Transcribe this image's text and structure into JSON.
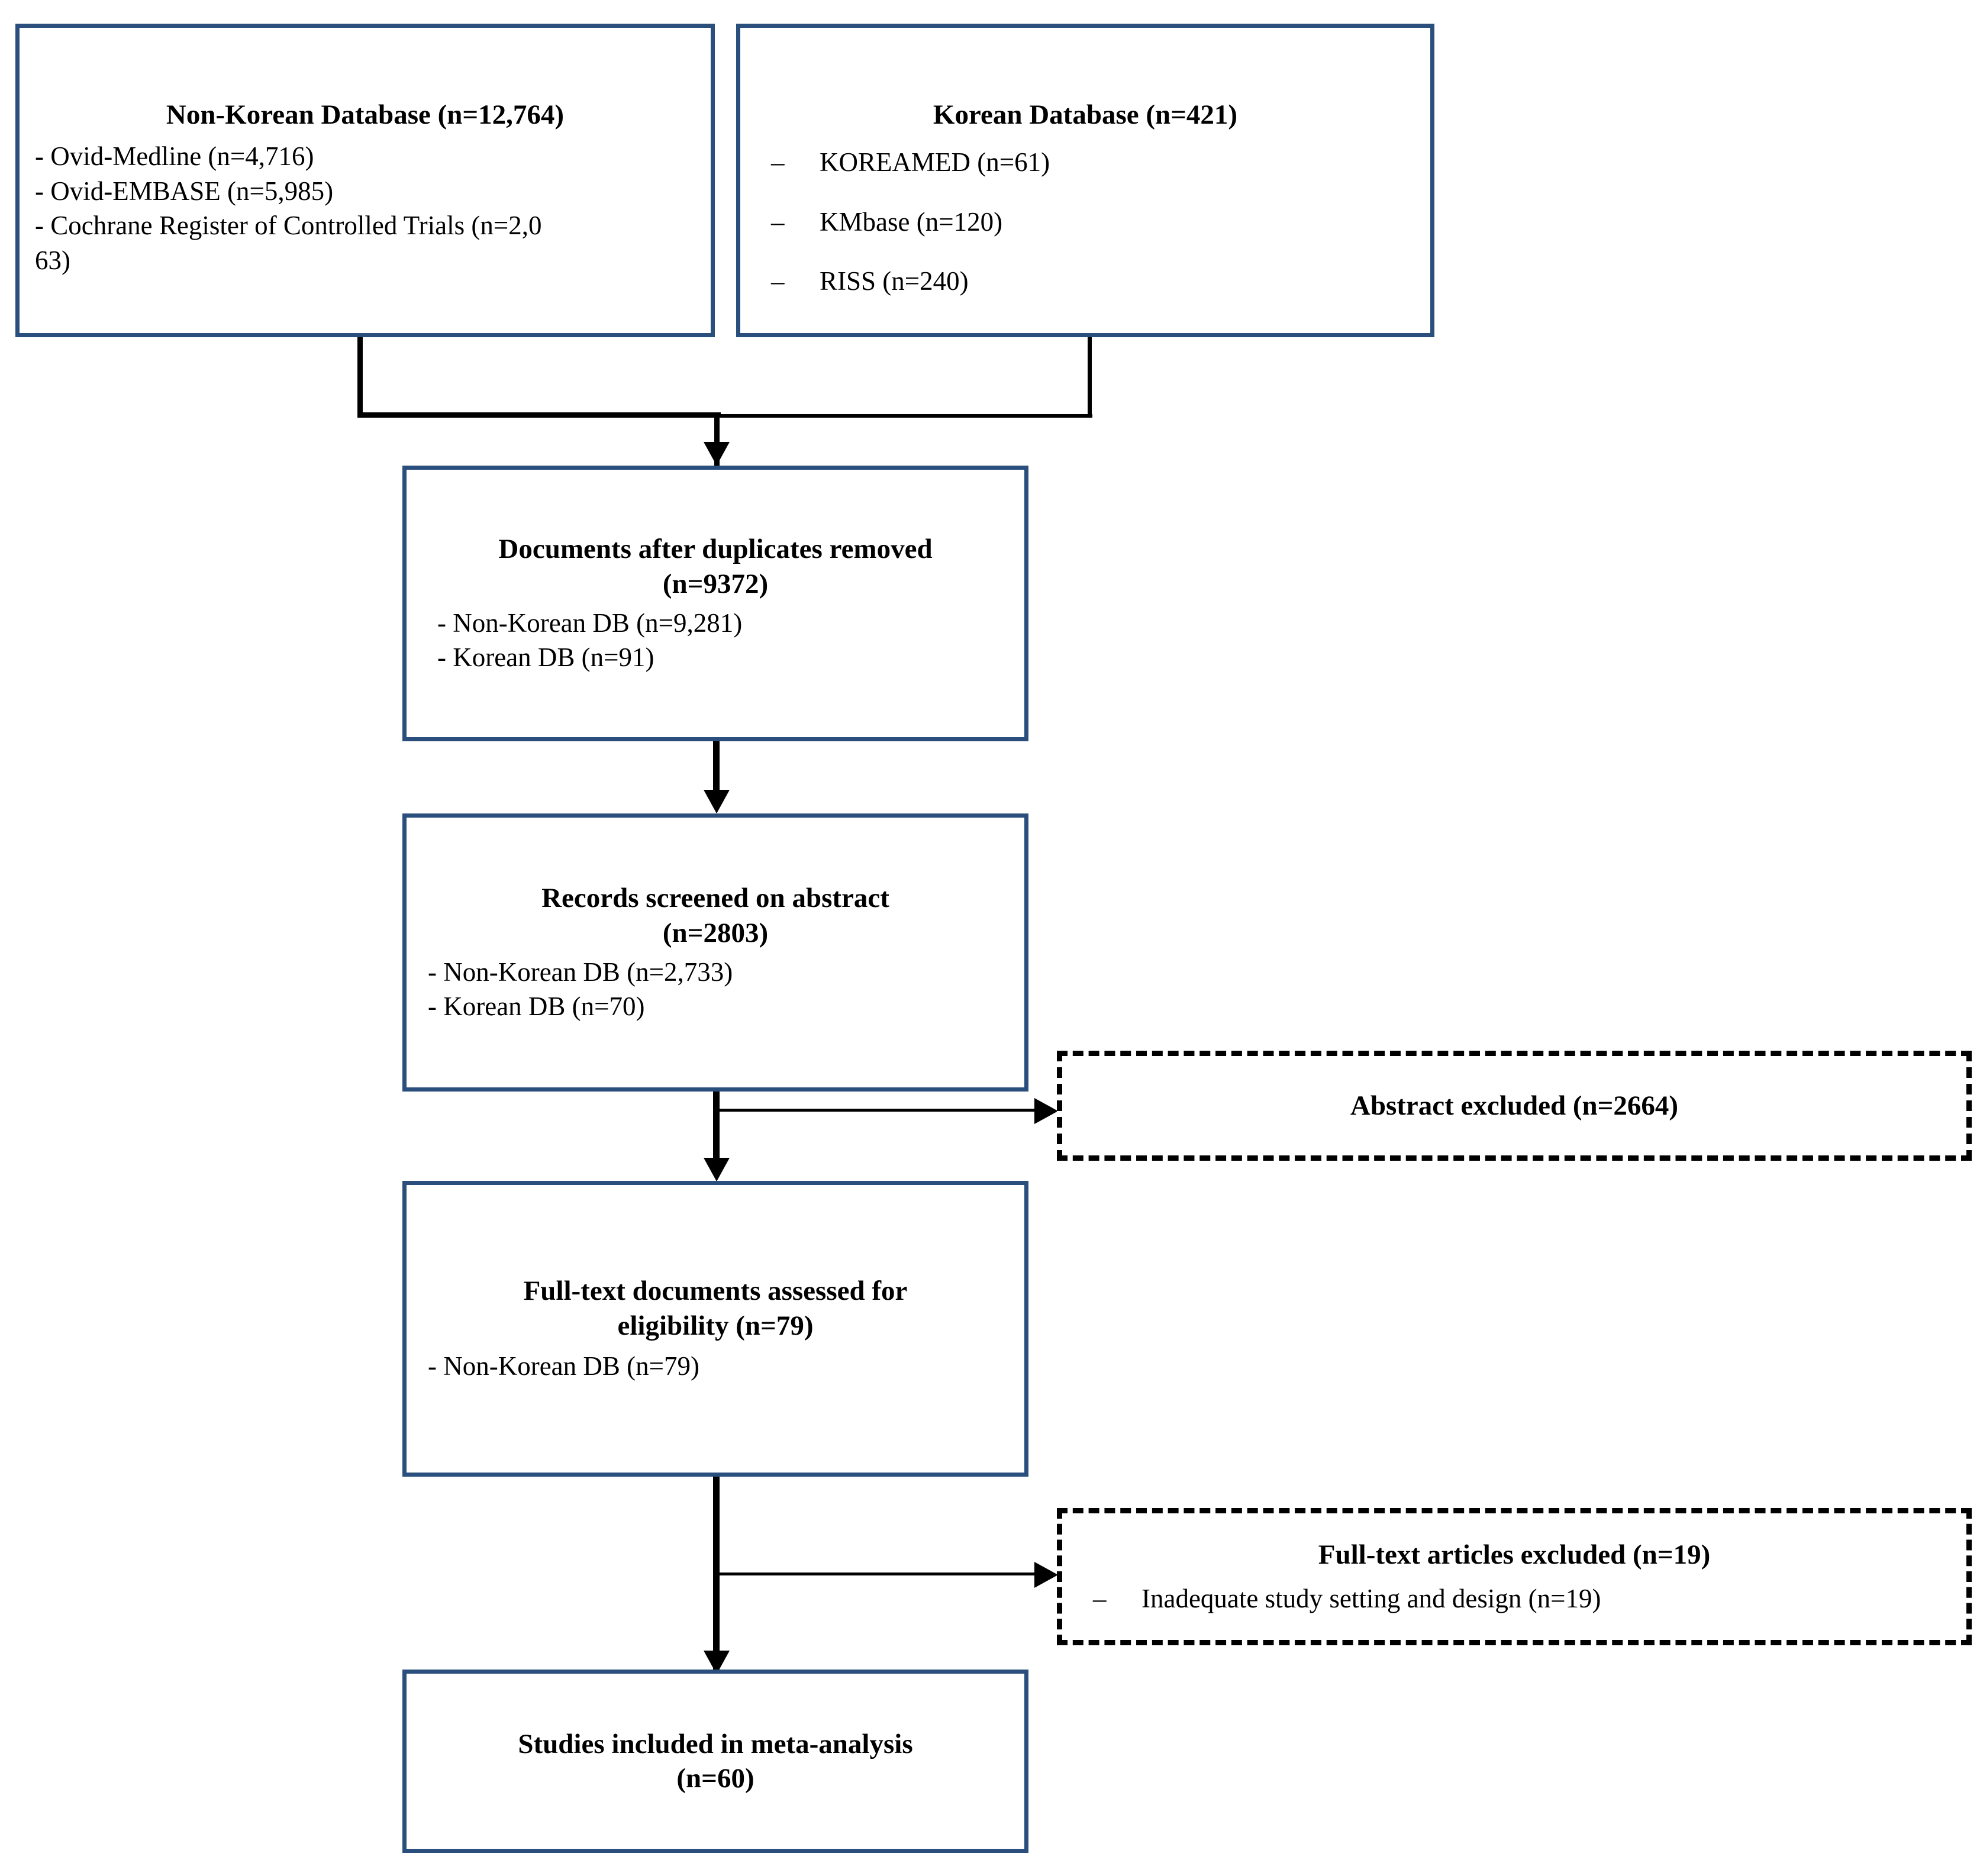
{
  "diagram": {
    "type": "prisma-flow-diagram",
    "accent_color": "#2b4f7d",
    "line_color": "#000000",
    "background": "#ffffff"
  },
  "boxes": {
    "non_korean_db": {
      "title": "Non-Korean Database (n=12,764)",
      "lines": [
        "- Ovid-Medline (n=4,716)",
        "- Ovid-EMBASE (n=5,985)",
        "- Cochrane Register of Controlled Trials (n=2,0",
        "63)"
      ]
    },
    "korean_db": {
      "title": "Korean Database (n=421)",
      "bullet": "–",
      "items": [
        "KOREAMED (n=61)",
        "KMbase (n=120)",
        "RISS (n=240)"
      ]
    },
    "duplicates_removed": {
      "title_line1": "Documents after duplicates removed",
      "title_line2": "(n=9372)",
      "lines": [
        "- Non-Korean DB (n=9,281)",
        "- Korean DB (n=91)"
      ]
    },
    "screened_abstract": {
      "title_line1": "Records screened on abstract",
      "title_line2": "(n=2803)",
      "lines": [
        "- Non-Korean DB (n=2,733)",
        "- Korean DB (n=70)"
      ]
    },
    "abstract_excluded": {
      "title": "Abstract excluded (n=2664)"
    },
    "fulltext_assessed": {
      "title_line1": "Full-text documents assessed for",
      "title_line2": "eligibility (n=79)",
      "lines": [
        "- Non-Korean DB (n=79)"
      ]
    },
    "fulltext_excluded": {
      "title": "Full-text articles excluded (n=19)",
      "bullet": "–",
      "items": [
        "Inadequate study setting and design (n=19)"
      ]
    },
    "included_meta": {
      "title_line1": "Studies included in meta-analysis",
      "title_line2": "(n=60)"
    }
  },
  "chart_data": {
    "type": "diagram",
    "title": "PRISMA study selection flow diagram",
    "nodes": [
      {
        "id": "non_korean_db",
        "label": "Non-Korean Database",
        "n": 12764,
        "children": [
          {
            "label": "Ovid-Medline",
            "n": 4716
          },
          {
            "label": "Ovid-EMBASE",
            "n": 5985
          },
          {
            "label": "Cochrane Register of Controlled Trials",
            "n": 2063
          }
        ]
      },
      {
        "id": "korean_db",
        "label": "Korean Database",
        "n": 421,
        "children": [
          {
            "label": "KOREAMED",
            "n": 61
          },
          {
            "label": "KMbase",
            "n": 120
          },
          {
            "label": "RISS",
            "n": 240
          }
        ]
      },
      {
        "id": "duplicates_removed",
        "label": "Documents after duplicates removed",
        "n": 9372,
        "children": [
          {
            "label": "Non-Korean DB",
            "n": 9281
          },
          {
            "label": "Korean DB",
            "n": 91
          }
        ]
      },
      {
        "id": "screened_abstract",
        "label": "Records screened on abstract",
        "n": 2803,
        "children": [
          {
            "label": "Non-Korean DB",
            "n": 2733
          },
          {
            "label": "Korean DB",
            "n": 70
          }
        ]
      },
      {
        "id": "abstract_excluded",
        "label": "Abstract excluded",
        "n": 2664,
        "excluded": true
      },
      {
        "id": "fulltext_assessed",
        "label": "Full-text documents assessed for eligibility",
        "n": 79,
        "children": [
          {
            "label": "Non-Korean DB",
            "n": 79
          }
        ]
      },
      {
        "id": "fulltext_excluded",
        "label": "Full-text articles excluded",
        "n": 19,
        "excluded": true,
        "children": [
          {
            "label": "Inadequate study setting and design",
            "n": 19
          }
        ]
      },
      {
        "id": "included_meta",
        "label": "Studies included in meta-analysis",
        "n": 60
      }
    ],
    "edges": [
      {
        "from": "non_korean_db",
        "to": "duplicates_removed"
      },
      {
        "from": "korean_db",
        "to": "duplicates_removed"
      },
      {
        "from": "duplicates_removed",
        "to": "screened_abstract"
      },
      {
        "from": "screened_abstract",
        "to": "abstract_excluded"
      },
      {
        "from": "screened_abstract",
        "to": "fulltext_assessed"
      },
      {
        "from": "fulltext_assessed",
        "to": "fulltext_excluded"
      },
      {
        "from": "fulltext_assessed",
        "to": "included_meta"
      }
    ]
  }
}
